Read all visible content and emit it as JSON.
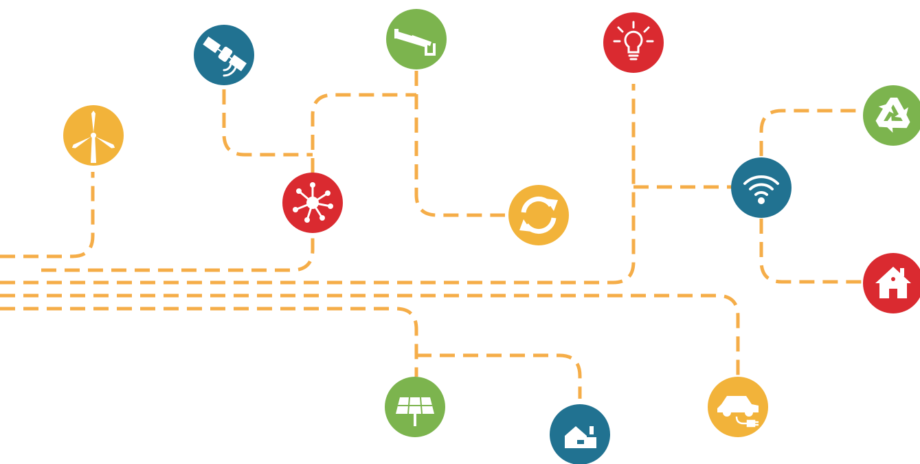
{
  "colors": {
    "connector": "#F5AD48",
    "yellow": "#F2B33A",
    "teal": "#217291",
    "green": "#7CB44E",
    "red": "#DA2A30",
    "background": "#FFFFFF"
  },
  "nodes": [
    {
      "id": "wind-turbine",
      "icon": "wind-turbine-icon",
      "color": "yellow"
    },
    {
      "id": "satellite",
      "icon": "satellite-icon",
      "color": "teal"
    },
    {
      "id": "security-camera",
      "icon": "security-camera-icon",
      "color": "green"
    },
    {
      "id": "network-hub",
      "icon": "network-hub-icon",
      "color": "red"
    },
    {
      "id": "sync",
      "icon": "sync-icon",
      "color": "yellow"
    },
    {
      "id": "light-bulb",
      "icon": "light-bulb-icon",
      "color": "red"
    },
    {
      "id": "wifi",
      "icon": "wifi-icon",
      "color": "teal"
    },
    {
      "id": "recycle",
      "icon": "recycle-icon",
      "color": "green"
    },
    {
      "id": "home",
      "icon": "home-icon",
      "color": "red"
    },
    {
      "id": "solar-panel",
      "icon": "solar-panel-icon",
      "color": "green"
    },
    {
      "id": "house",
      "icon": "house-icon",
      "color": "teal"
    },
    {
      "id": "electric-car",
      "icon": "electric-car-icon",
      "color": "yellow"
    }
  ],
  "edges": [
    {
      "from": "left-edge",
      "to": "wind-turbine"
    },
    {
      "from": "left-edge",
      "to": "network-hub"
    },
    {
      "from": "left-edge",
      "to": "light-bulb"
    },
    {
      "from": "left-edge",
      "to": "electric-car"
    },
    {
      "from": "left-edge",
      "to": "solar-panel"
    },
    {
      "from": "satellite",
      "to": "security-camera"
    },
    {
      "from": "network-hub",
      "to": "security-camera"
    },
    {
      "from": "security-camera",
      "to": "sync"
    },
    {
      "from": "light-bulb",
      "to": "wifi"
    },
    {
      "from": "wifi",
      "to": "recycle"
    },
    {
      "from": "wifi",
      "to": "home"
    },
    {
      "from": "solar-panel",
      "to": "house"
    }
  ]
}
